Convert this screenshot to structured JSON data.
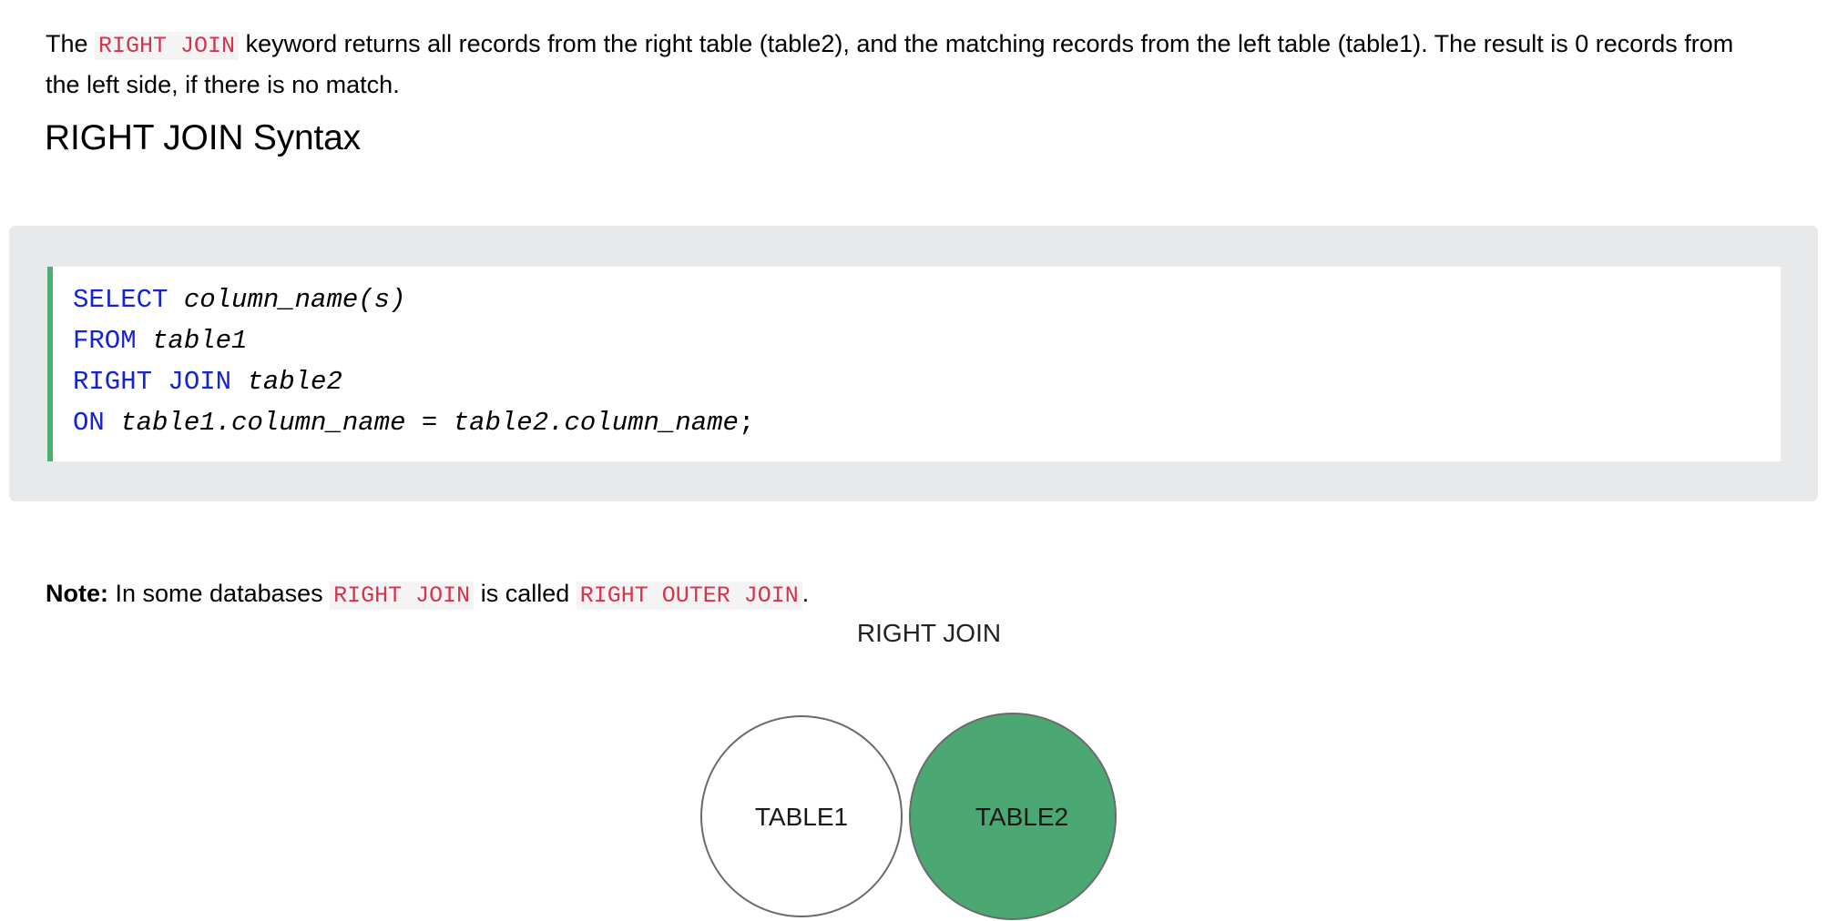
{
  "intro": {
    "before": "The ",
    "code": "RIGHT JOIN",
    "after": " keyword returns all records from the right table (table2), and the matching records from the left table (table1). The result is 0 records from the left side, if there is no match."
  },
  "heading": {
    "title": "RIGHT JOIN Syntax"
  },
  "code_block": {
    "background": "#e7e9eb",
    "accent_color": "#4CAF72",
    "keyword_color": "#1423d6",
    "lines": [
      {
        "keyword": "SELECT",
        "rest": "column_name(s)",
        "terminator": ""
      },
      {
        "keyword": "FROM",
        "rest": "table1",
        "terminator": ""
      },
      {
        "keyword": "RIGHT JOIN",
        "rest": "table2",
        "terminator": ""
      },
      {
        "keyword": "ON",
        "rest": "table1.column_name = table2.column_name",
        "terminator": ";"
      }
    ]
  },
  "note": {
    "label": "Note:",
    "text_1": " In some databases ",
    "code_1": "RIGHT JOIN",
    "text_2": " is called ",
    "code_2": "RIGHT OUTER JOIN",
    "text_3": "."
  },
  "venn": {
    "title": "RIGHT JOIN",
    "left_label": "TABLE1",
    "right_label": "TABLE2",
    "left_fill": "#ffffff",
    "right_fill": "#4CA873",
    "stroke": "#6b6b6b"
  },
  "colors": {
    "inline_code_red": "#d6344c",
    "inline_code_bg": "#f4f4f4",
    "page_bg": "#ffffff"
  }
}
